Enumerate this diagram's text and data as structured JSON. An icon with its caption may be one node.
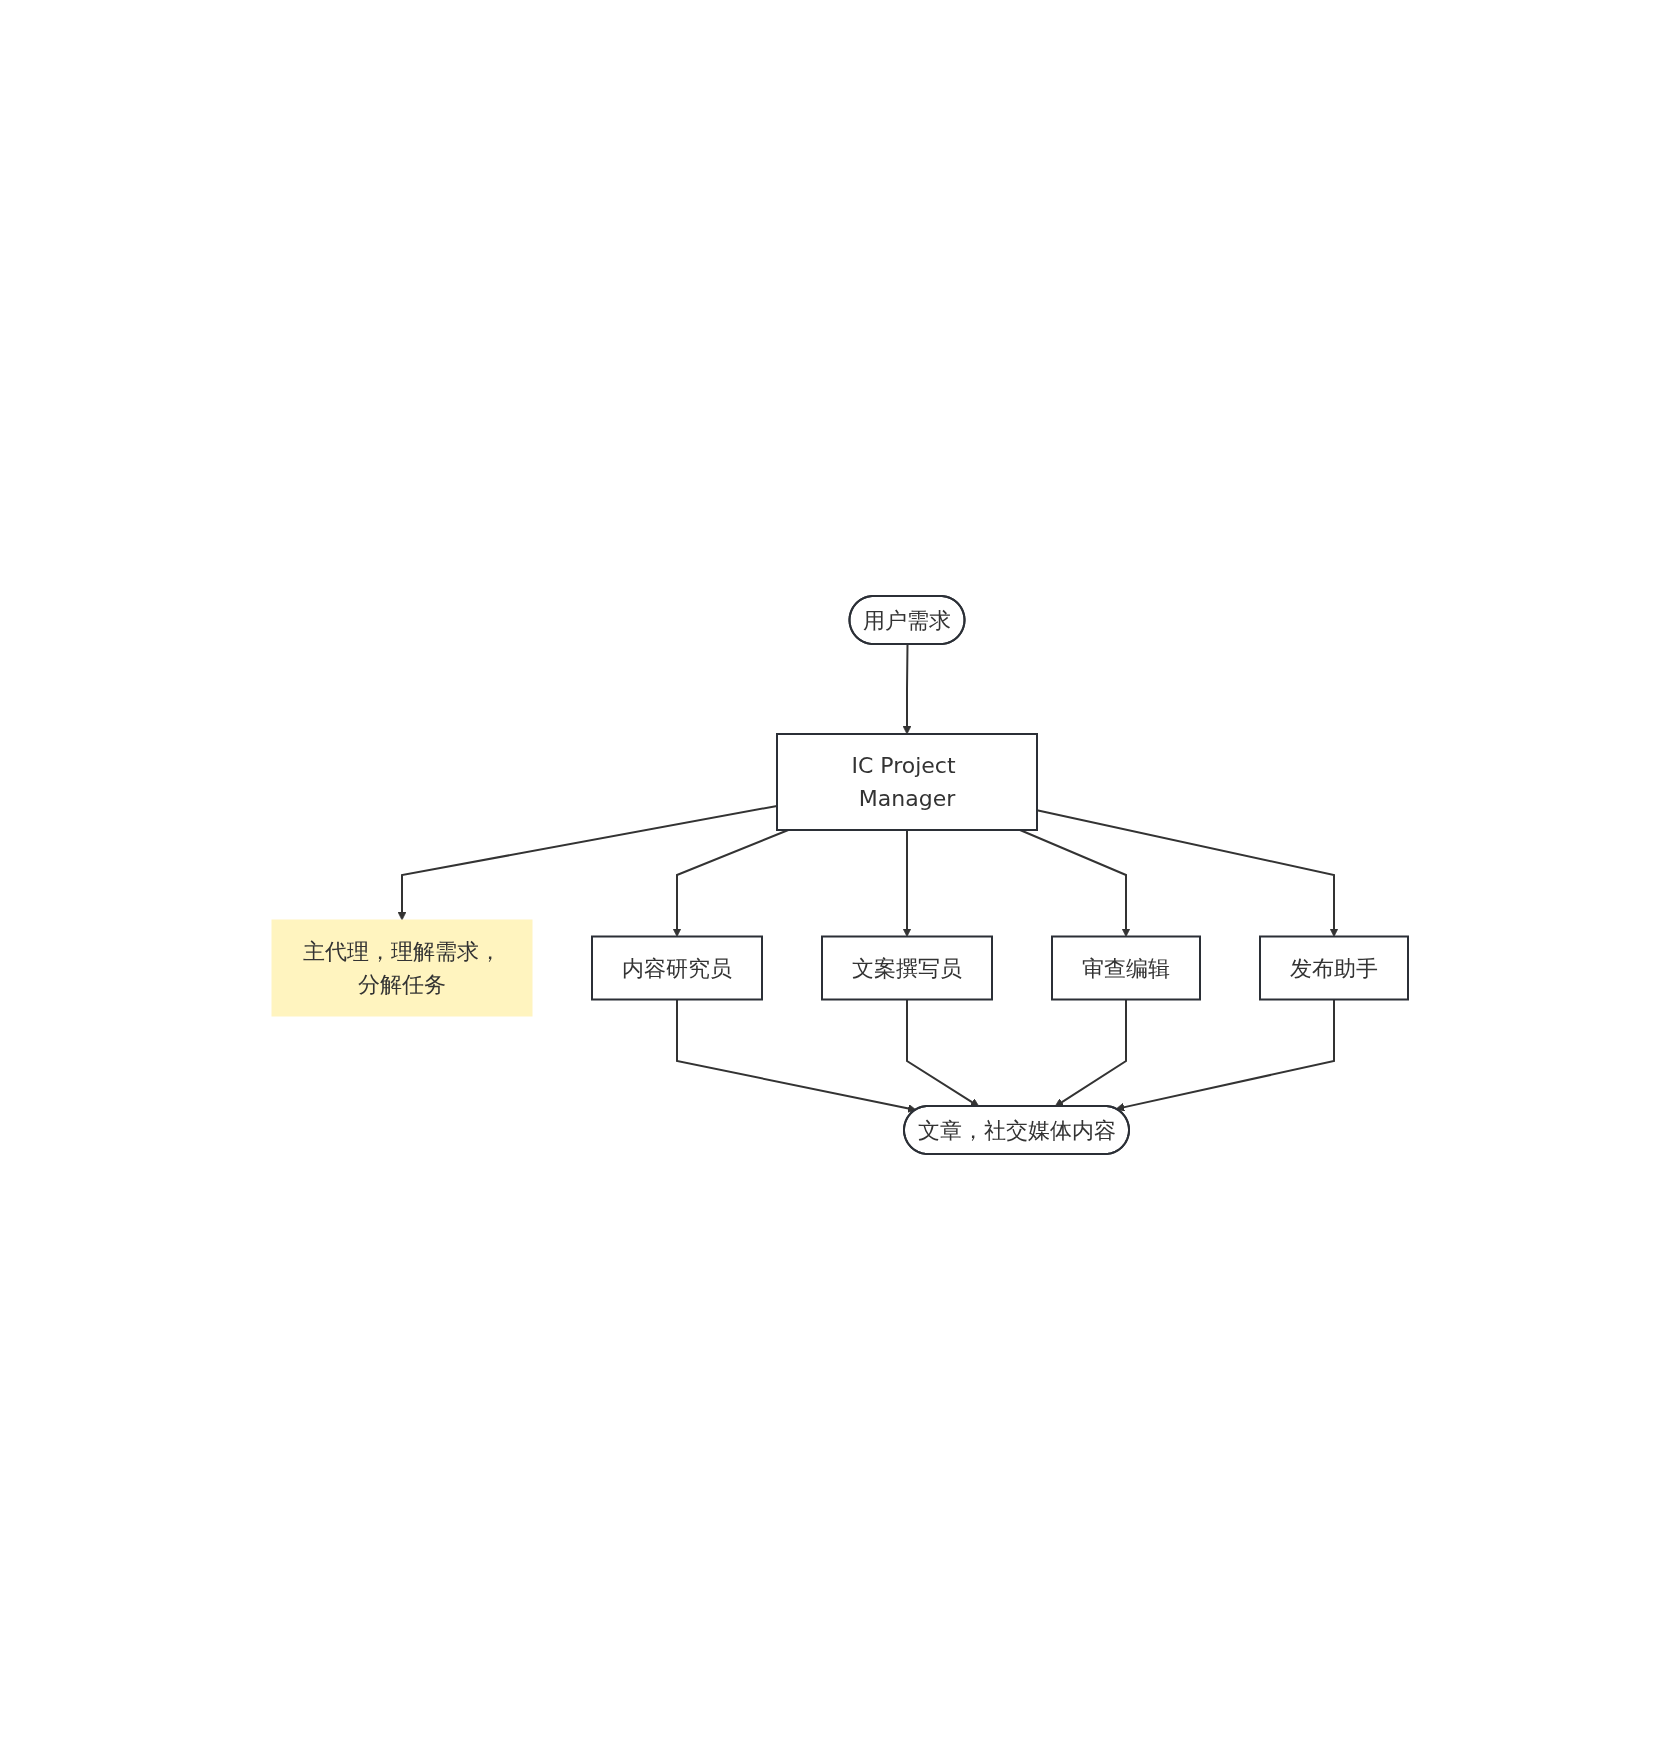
{
  "diagram": {
    "nodes": [
      {
        "text": [
          "用户需求"
        ]
      },
      {
        "text": [
          "IC Project Manager"
        ]
      },
      {
        "text": [
          "主代理，理解需求，分解任务"
        ]
      },
      {
        "text": [
          "内容研究员"
        ]
      },
      {
        "text": [
          "文案撰写员"
        ]
      },
      {
        "text": [
          "审查编辑"
        ]
      },
      {
        "text": [
          "发布助手"
        ]
      },
      {
        "text": [
          "文章，社交媒体内容"
        ]
      }
    ],
    "edges": [
      {
        "from": 0,
        "to": 1,
        "arrow": "to"
      },
      {
        "from": 1,
        "to": 2,
        "arrow": "to"
      },
      {
        "from": 1,
        "to": 3,
        "arrow": "to"
      },
      {
        "from": 1,
        "to": 4,
        "arrow": "to"
      },
      {
        "from": 1,
        "to": 5,
        "arrow": "to"
      },
      {
        "from": 1,
        "to": 6,
        "arrow": "to"
      },
      {
        "from": 3,
        "to": 7,
        "arrow": "to"
      },
      {
        "from": 4,
        "to": 7,
        "arrow": "to"
      },
      {
        "from": 5,
        "to": 7,
        "arrow": "to"
      },
      {
        "from": 6,
        "to": 7,
        "arrow": "to"
      }
    ]
  }
}
